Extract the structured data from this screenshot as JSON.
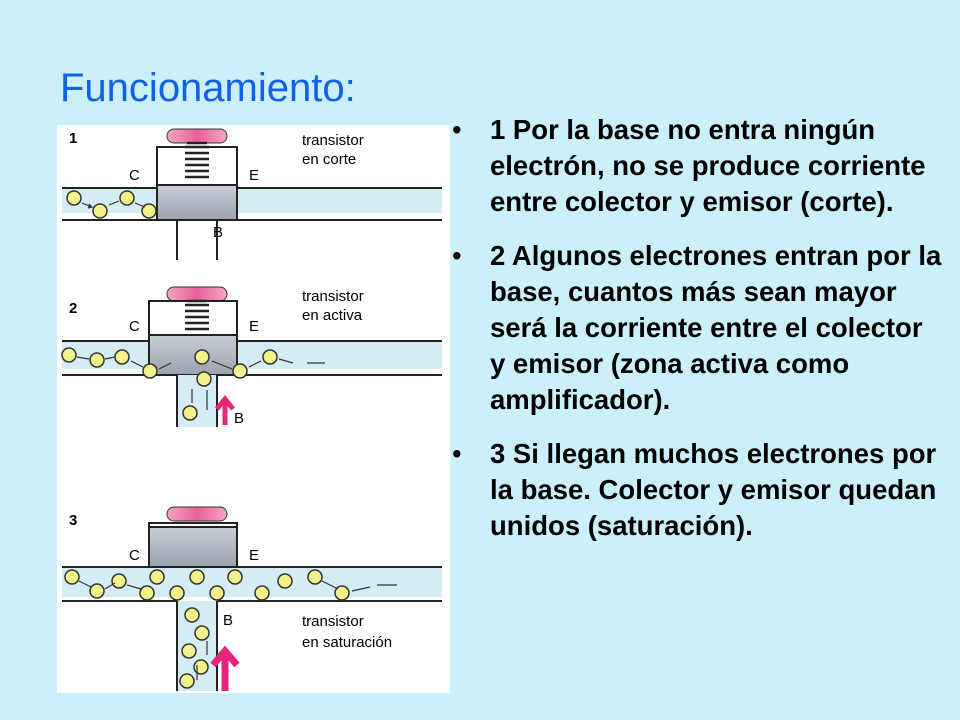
{
  "slide": {
    "title": "Funcionamiento:",
    "bullets": [
      "1 Por la base no entra ningún electrón, no se produce corriente entre colector y emisor (corte).",
      "2  Algunos electrones entran por la base, cuantos más sean mayor será la corriente entre el colector y emisor  (zona activa como amplificador).",
      "3 Si llegan muchos electrones por la base. Colector y emisor quedan unidos (saturación)."
    ],
    "bullet_glyph": "•"
  },
  "figure": {
    "panels": [
      {
        "number": "1",
        "state_line1": "transistor",
        "state_line2": "en corte",
        "c": "C",
        "e": "E",
        "b": "B"
      },
      {
        "number": "2",
        "state_line1": "transistor",
        "state_line2": "en activa",
        "c": "C",
        "e": "E",
        "b": "B"
      },
      {
        "number": "3",
        "state_line1": "transistor",
        "state_line2": "en saturación",
        "c": "C",
        "e": "E",
        "b": "B"
      }
    ]
  },
  "colors": {
    "background": "#ccf0fb",
    "title": "#1060e8",
    "electron": "#f4f28a",
    "arrow_base": "#e8237a",
    "channel": "#d4ecf4"
  }
}
